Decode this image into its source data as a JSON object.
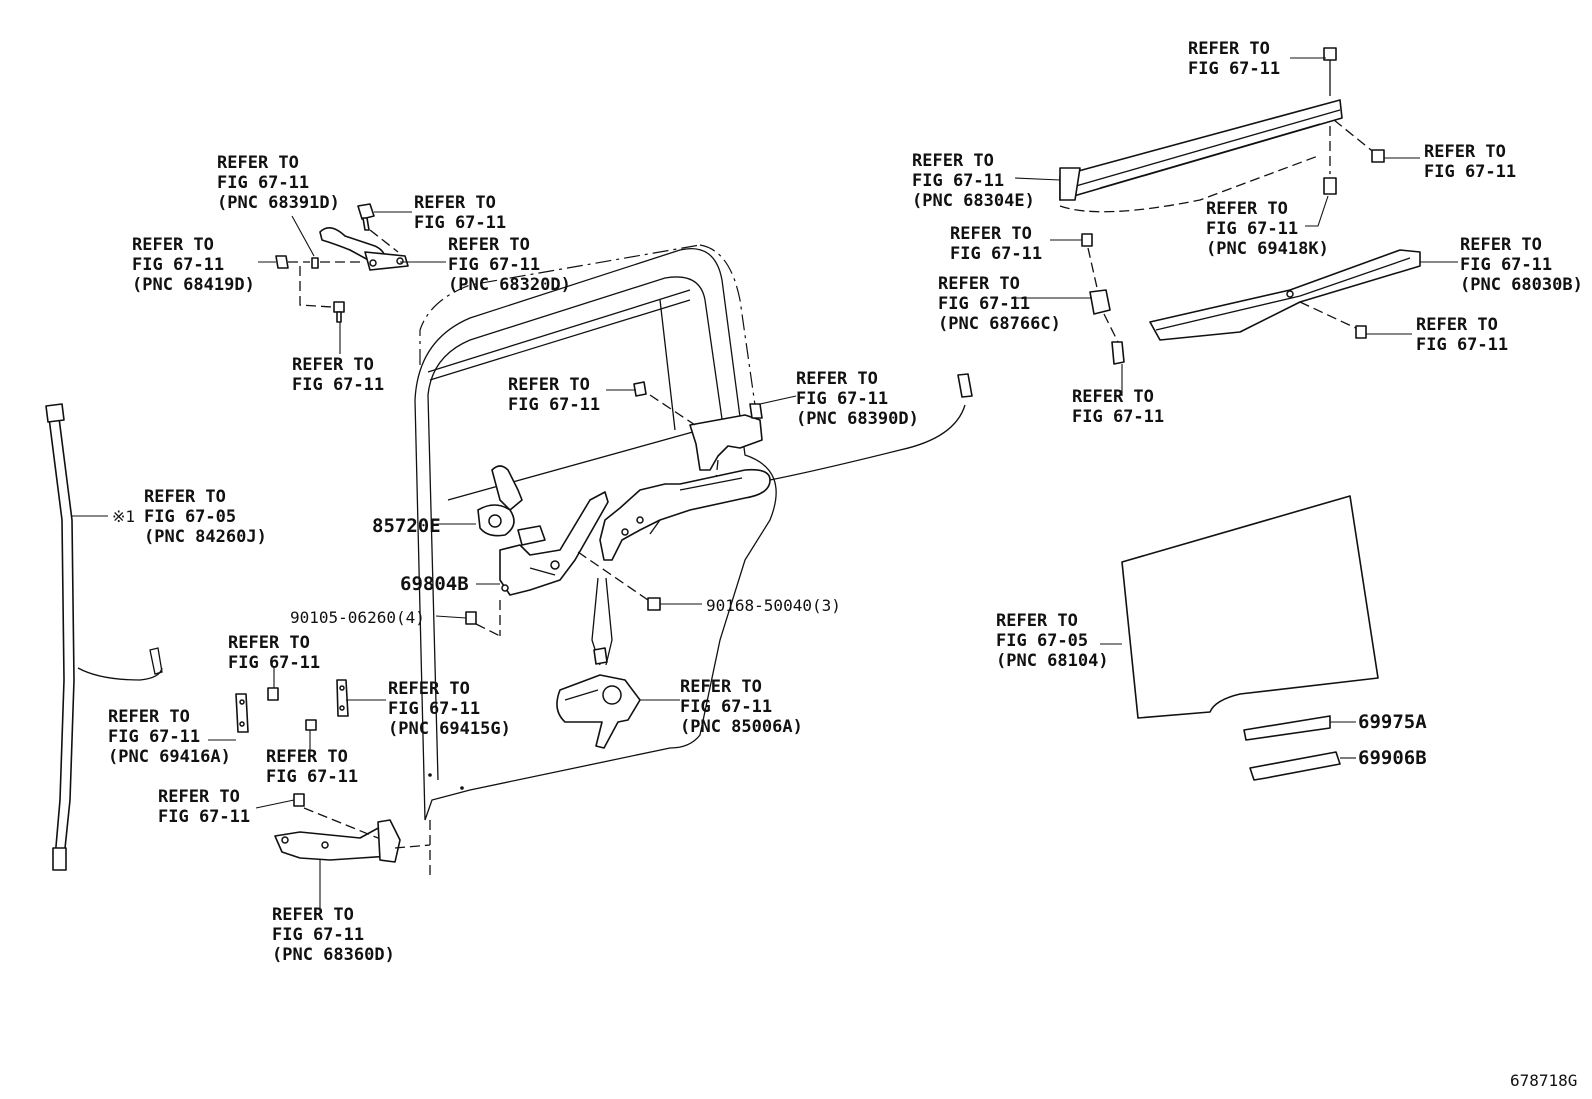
{
  "callouts": {
    "top_right_bolt": [
      "REFER TO",
      "FIG 67-11"
    ],
    "upper_rail": [
      "REFER TO",
      "FIG 67-11",
      "(PNC 68304E)"
    ],
    "rail_right_bolt": [
      "REFER TO",
      "FIG 67-11"
    ],
    "rail_nut": [
      "REFER TO",
      "FIG 67-11",
      "(PNC 69418K)"
    ],
    "lower_rail": [
      "REFER TO",
      "FIG 67-11",
      "(PNC 68030B)"
    ],
    "lower_rail_bolt": [
      "REFER TO",
      "FIG 67-11"
    ],
    "roller_nut": [
      "REFER TO",
      "FIG 67-11"
    ],
    "roller": [
      "REFER TO",
      "FIG 67-11",
      "(PNC 68766C)"
    ],
    "roller_pin": [
      "REFER TO",
      "FIG 67-11"
    ],
    "upper_arm": [
      "REFER TO",
      "FIG 67-11",
      "(PNC 68391D)"
    ],
    "upper_arm_bolt": [
      "REFER TO",
      "FIG 67-11"
    ],
    "upper_hinge": [
      "REFER TO",
      "FIG 67-11",
      "(PNC 68320D)"
    ],
    "upper_clip": [
      "REFER TO",
      "FIG 67-11",
      "(PNC 68419D)"
    ],
    "upper_arm_lower_bolt": [
      "REFER TO",
      "FIG 67-11"
    ],
    "center_bolt": [
      "REFER TO",
      "FIG 67-11"
    ],
    "center_hinge": [
      "REFER TO",
      "FIG 67-11",
      "(PNC 68390D)"
    ],
    "weatherstrip": [
      "REFER TO",
      "FIG 67-05",
      "(PNC 84260J)"
    ],
    "striker_bolt": [
      "REFER TO",
      "FIG 67-11"
    ],
    "striker_left": [
      "REFER TO",
      "FIG 67-11",
      "(PNC 69416A)"
    ],
    "striker_right": [
      "REFER TO",
      "FIG 67-11",
      "(PNC 69415G)"
    ],
    "striker_lower_bolt": [
      "REFER TO",
      "FIG 67-11"
    ],
    "lower_bolt": [
      "REFER TO",
      "FIG 67-11"
    ],
    "lower_hinge": [
      "REFER TO",
      "FIG 67-11",
      "(PNC 68360D)"
    ],
    "motor_assy": [
      "REFER TO",
      "FIG 67-11",
      "(PNC 85006A)"
    ],
    "glass": [
      "REFER TO",
      "FIG 67-05",
      "(PNC 68104)"
    ]
  },
  "parts": {
    "motor": "85720E",
    "regulator": "69804B",
    "bolt_left": "90105-06260(4)",
    "bolt_right": "90168-50040(3)",
    "channel_upper": "69975A",
    "channel_lower": "69906B",
    "note_mark": "※1"
  },
  "figure_code": "678718G"
}
